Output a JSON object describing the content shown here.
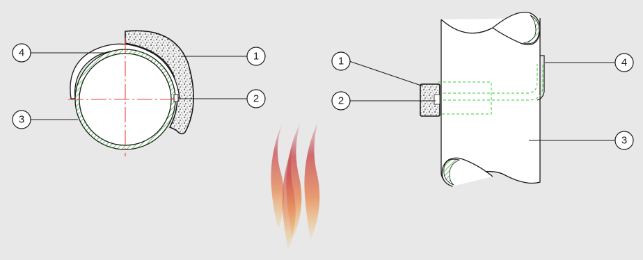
{
  "callouts": {
    "left_view": {
      "c1": "1",
      "c2": "2",
      "c3": "3",
      "c4": "4"
    },
    "right_view": {
      "c1": "1",
      "c2": "2",
      "c3": "3",
      "c4": "4"
    }
  },
  "colors": {
    "background": "#e8e8e8",
    "outline": "#1a1a1a",
    "pipe_wall_hatch": "#6fcf6f",
    "centerline": "#e8453c",
    "hidden_line": "#33cc33",
    "insulation": "#2a2a2a",
    "flame_red": "#c8454a",
    "flame_orange": "#f0a63a"
  },
  "icons": {
    "heat_source": "flame-icon"
  }
}
